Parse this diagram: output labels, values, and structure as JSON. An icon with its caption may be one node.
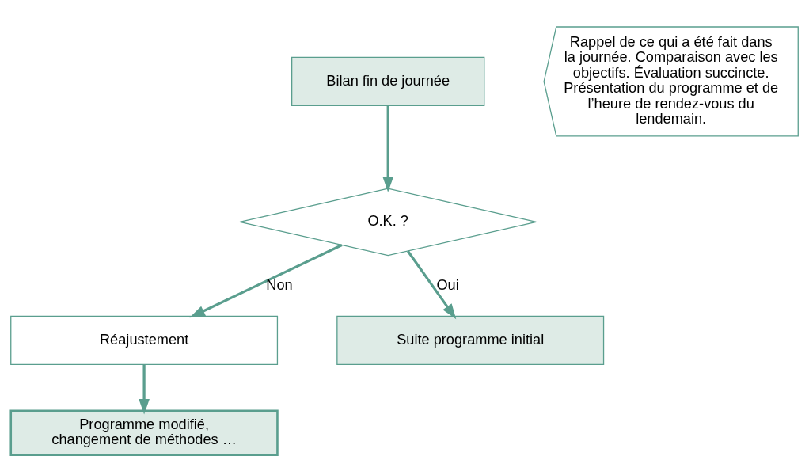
{
  "diagram": {
    "nodes": [
      {
        "text": [
          "Bilan fin de journée"
        ]
      },
      {
        "text": [
          "Rappel de ce qui a été fait dans la journée. Comparaison avec les objectifs. Évaluation succincte. Présentation du programme et de l’heure de rendez-vous du lendemain."
        ]
      },
      {
        "text": [
          "O.K. ?"
        ]
      },
      {
        "text": [
          "Réajustement"
        ]
      },
      {
        "text": [
          "Programme modifié, changement de méthodes …"
        ]
      },
      {
        "text": [
          "Suite programme initial"
        ]
      }
    ],
    "edges": [
      {
        "from": 0,
        "to": 2,
        "arrow": "to"
      },
      {
        "from": 2,
        "to": 3,
        "arrow": "to",
        "label": "Non"
      },
      {
        "from": 2,
        "to": 5,
        "arrow": "to",
        "label": "Oui"
      },
      {
        "from": 3,
        "to": 4,
        "arrow": "to"
      }
    ]
  }
}
